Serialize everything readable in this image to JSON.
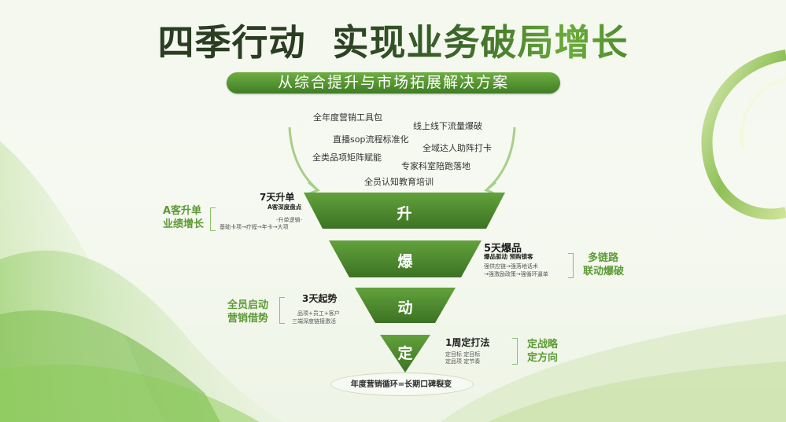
{
  "header": {
    "title_part1": "四季行动",
    "title_part2": "实现业务破局增长",
    "subtitle": "从综合提升与市场拓展解决方案"
  },
  "keywords": [
    "全年度营销工具包",
    "线上线下流量爆破",
    "直播sop流程标准化",
    "全域达人助阵打卡",
    "全类品项矩阵赋能",
    "专家科室陪跑落地",
    "全员认知教育培训"
  ],
  "funnel": [
    {
      "label": "升",
      "heading": "7天升单",
      "subheading": "A客深度盘点",
      "details": [
        "-升单逻辑-",
        "基础卡项→疗程→年卡→大项"
      ],
      "side": [
        "A客升单",
        "业绩增长"
      ]
    },
    {
      "label": "爆",
      "heading": "5天爆品",
      "subheading": "爆品驱动 预购锁客",
      "details": [
        "强供应链→强落地话术",
        "→强激励政策→强循环逼单"
      ],
      "side": [
        "多链路",
        "联动爆破"
      ]
    },
    {
      "label": "动",
      "heading": "3天起势",
      "subheading": "",
      "details": [
        "品项+员工+客户",
        "三端深度链接激活"
      ],
      "side": [
        "全员启动",
        "营销借势"
      ]
    },
    {
      "label": "定",
      "heading": "1周定打法",
      "subheading": "",
      "details": [
        "定目标 定目标",
        "定品项 定节奏"
      ],
      "side": [
        "定战略",
        "定方向"
      ]
    }
  ],
  "footer": {
    "text": "年度营销循环=长期口碑裂变"
  },
  "colors": {
    "funnel_top": "#5f9e3a",
    "funnel_bottom": "#3e7424",
    "accent_text": "#5d9a36",
    "pill": "#4f8f2f"
  }
}
